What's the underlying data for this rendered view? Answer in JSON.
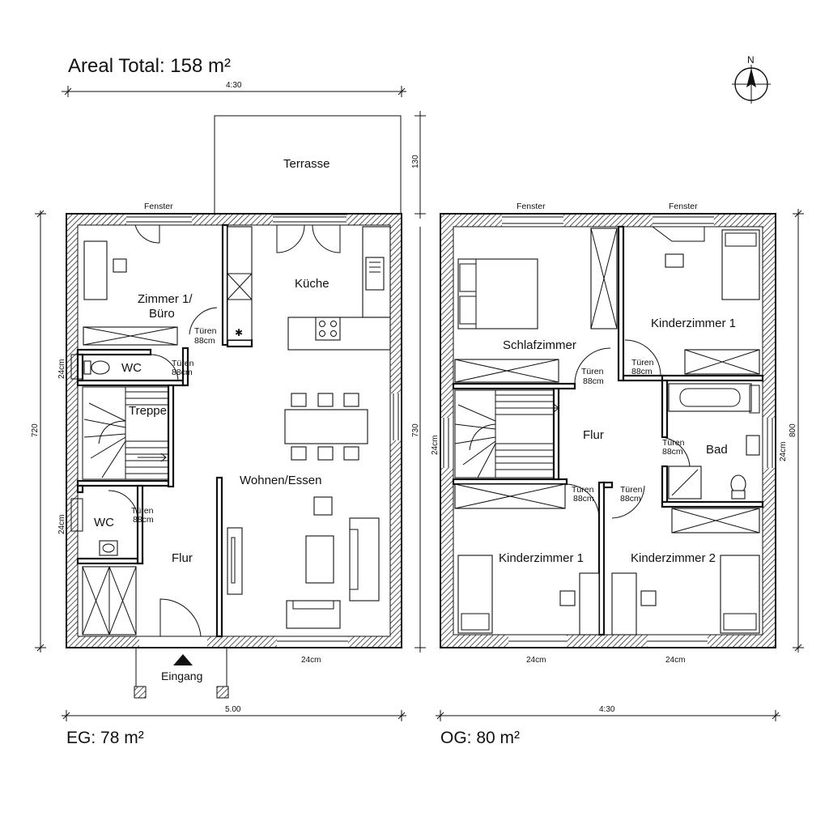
{
  "title": "Areal Total: 158 m²",
  "north_label": "N",
  "ground_floor": {
    "area_label": "EG: 78 m²",
    "rooms": {
      "terrace": "Terrasse",
      "office_line1": "Zimmer 1/",
      "office_line2": "Büro",
      "kitchen": "Küche",
      "wc_upper": "WC",
      "stairs": "Treppe",
      "living": "Wohnen/Essen",
      "wc_lower": "WC",
      "hall": "Flur",
      "entrance": "Eingang"
    },
    "labels": {
      "window": "Fenster",
      "door_a_1": "Türen",
      "door_a_2": "88cm",
      "door_b_1": "Türen",
      "door_b_2": "88cm",
      "door_c_1": "Türen",
      "door_c_2": "88cm"
    },
    "dimensions": {
      "top": "4:30",
      "terrace_depth": "130",
      "left_height": "720",
      "right_height": "730",
      "wall_a": "24cm",
      "wall_b": "24cm",
      "wall_bottom": "24cm",
      "bottom": "5.00"
    }
  },
  "upper_floor": {
    "area_label": "OG: 80 m²",
    "rooms": {
      "bedroom": "Schlafzimmer",
      "kids_1_top": "Kinderzimmer 1",
      "hall": "Flur",
      "bath": "Bad",
      "kids_1_bottom": "Kinderzimmer 1",
      "kids_2": "Kinderzimmer 2"
    },
    "labels": {
      "window_left": "Fenster",
      "window_right": "Fenster",
      "door_1_1": "Türen",
      "door_1_2": "88cm",
      "door_2_1": "Türen",
      "door_2_2": "88cm",
      "door_3_1": "Türen",
      "door_3_2": "88cm",
      "door_4_1": "Türen",
      "door_4_2": "88cm",
      "door_5_1": "Türen",
      "door_5_2": "88cm"
    },
    "dimensions": {
      "right_height": "800",
      "wall_left": "24cm",
      "wall_right": "24cm",
      "wall_bottom_a": "24cm",
      "wall_bottom_b": "24cm",
      "bottom": "4:30"
    }
  }
}
